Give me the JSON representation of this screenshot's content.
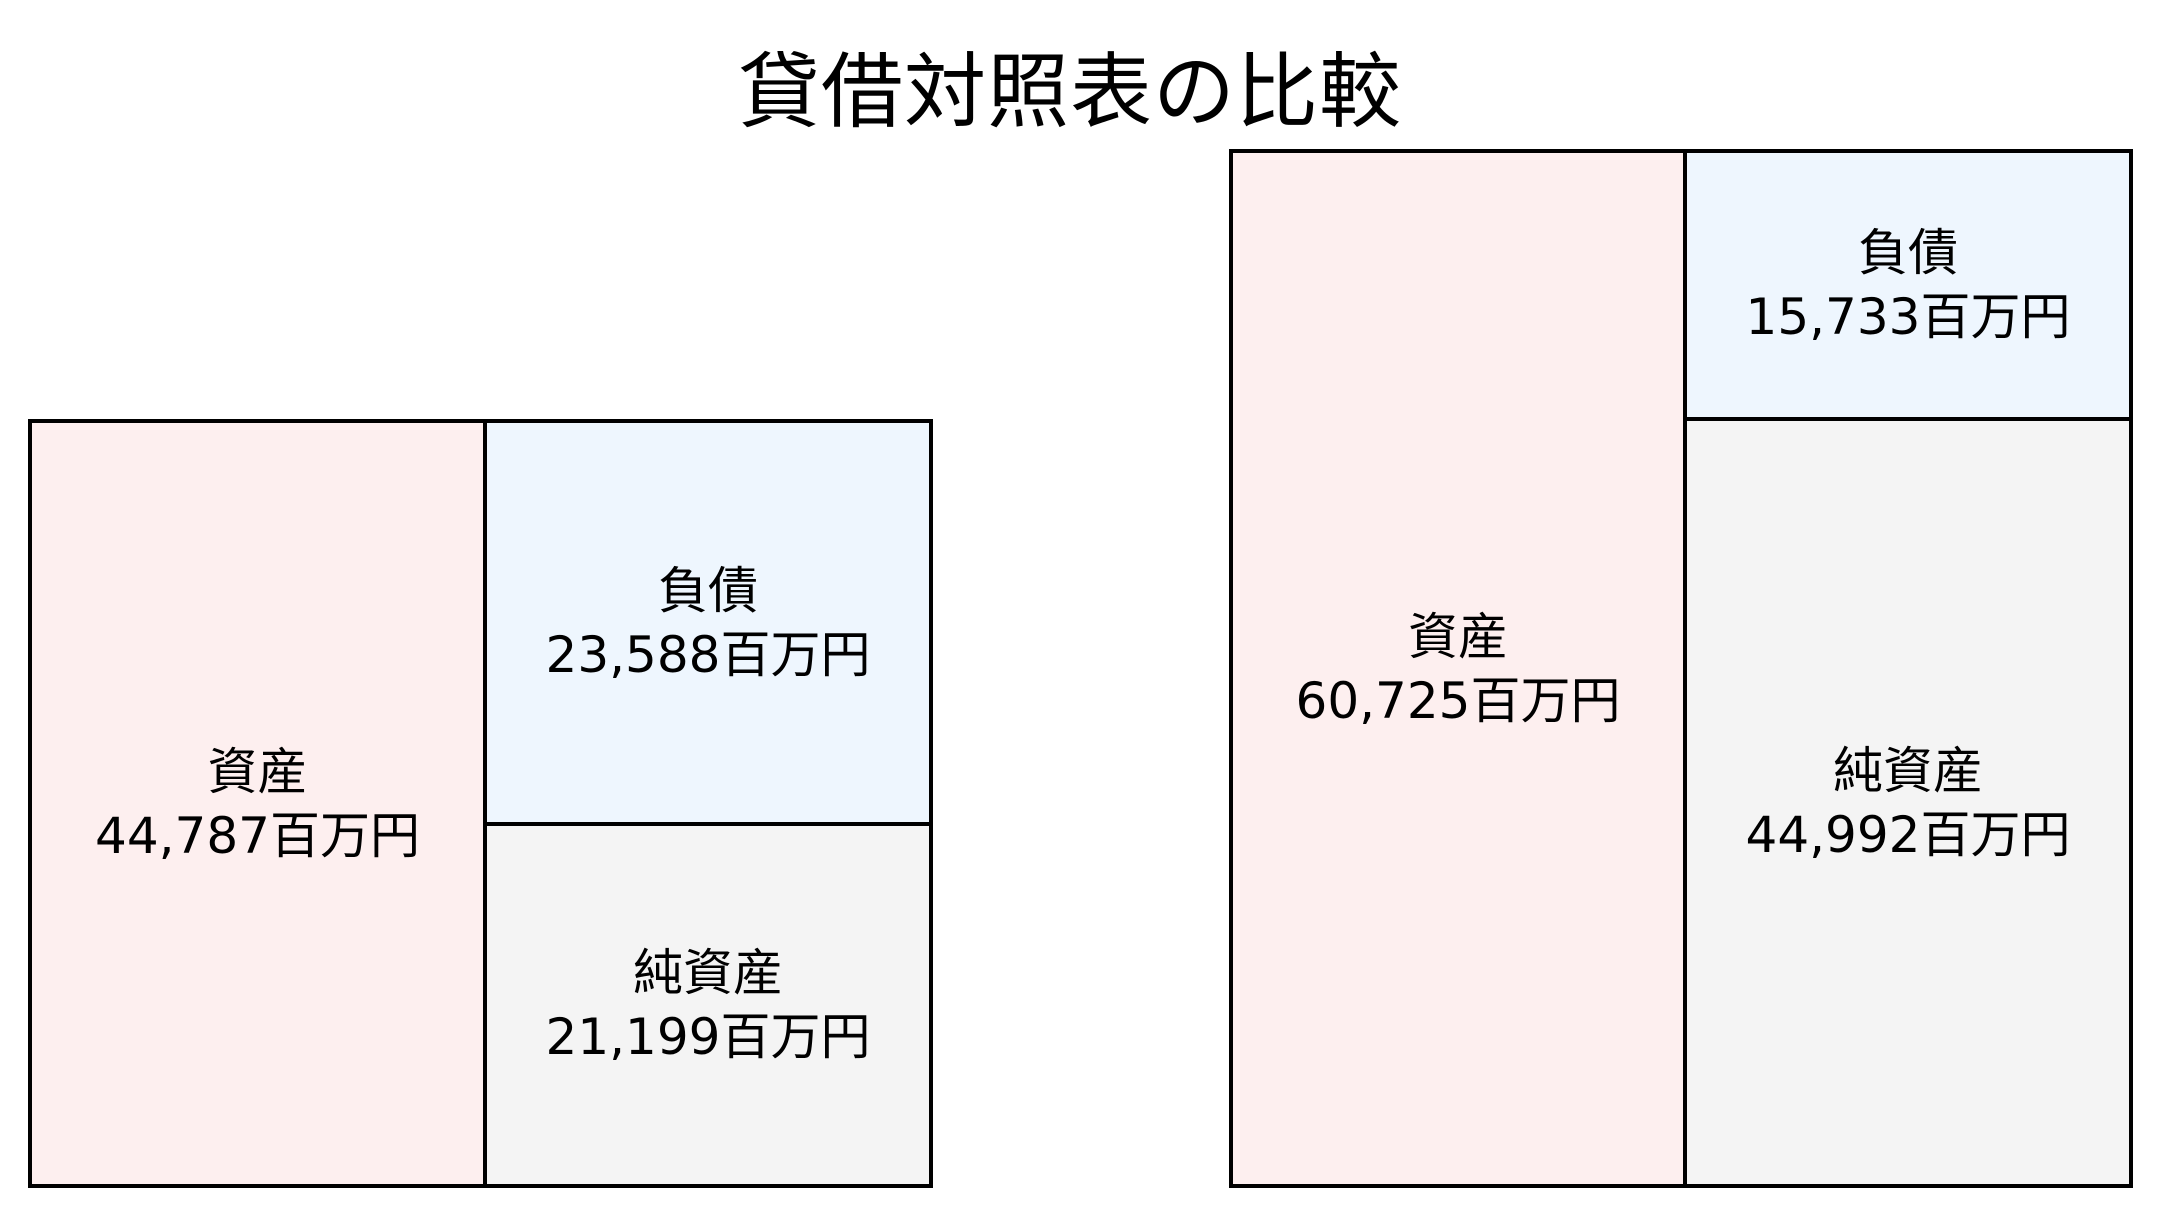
{
  "title": "貸借対照表の比較",
  "colors": {
    "assets": "#fdefef",
    "liabilities": "#eef6fe",
    "net_assets": "#f4f4f4",
    "border": "#000000"
  },
  "left": {
    "assets": {
      "label": "資産",
      "value": "44,787百万円"
    },
    "liabilities": {
      "label": "負債",
      "value": "23,588百万円"
    },
    "net_assets": {
      "label": "純資産",
      "value": "21,199百万円"
    }
  },
  "right": {
    "assets": {
      "label": "資産",
      "value": "60,725百万円"
    },
    "liabilities": {
      "label": "負債",
      "value": "15,733百万円"
    },
    "net_assets": {
      "label": "純資産",
      "value": "44,992百万円"
    }
  },
  "chart_data": {
    "type": "table",
    "title": "貸借対照表の比較",
    "unit": "百万円",
    "categories": [
      "資産",
      "負債",
      "純資産"
    ],
    "series": [
      {
        "name": "left",
        "values": [
          44787,
          23588,
          21199
        ]
      },
      {
        "name": "right",
        "values": [
          60725,
          15733,
          44992
        ]
      }
    ]
  }
}
